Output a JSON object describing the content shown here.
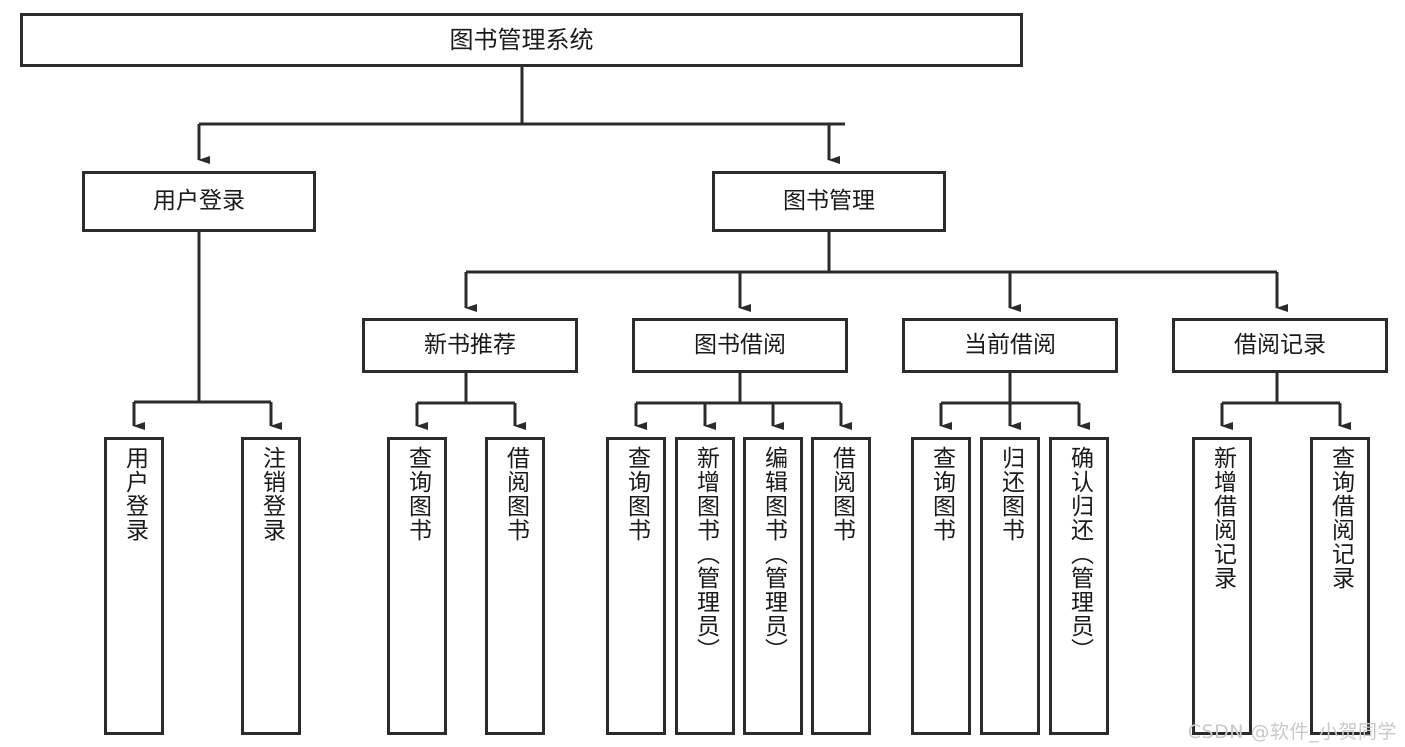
{
  "diagram": {
    "type": "tree",
    "title": "图书管理系统",
    "root": {
      "id": "root",
      "label": "图书管理系统"
    },
    "level2": [
      {
        "id": "user-login",
        "label": "用户登录"
      },
      {
        "id": "book-management",
        "label": "图书管理"
      }
    ],
    "level3": [
      {
        "id": "new-book-recommend",
        "label": "新书推荐"
      },
      {
        "id": "book-borrow",
        "label": "图书借阅"
      },
      {
        "id": "current-borrow",
        "label": "当前借阅"
      },
      {
        "id": "borrow-record",
        "label": "借阅记录"
      }
    ],
    "leaves": {
      "user_login": [
        {
          "id": "leaf-user-login",
          "label": "用户登录"
        },
        {
          "id": "leaf-user-logout",
          "label": "注销登录"
        }
      ],
      "new_book_recommend": [
        {
          "id": "leaf-query-book-1",
          "label": "查询图书"
        },
        {
          "id": "leaf-borrow-book-1",
          "label": "借阅图书"
        }
      ],
      "book_borrow": [
        {
          "id": "leaf-query-book-2",
          "label": "查询图书"
        },
        {
          "id": "leaf-add-book",
          "label": "新增图书（管理员）"
        },
        {
          "id": "leaf-edit-book",
          "label": "编辑图书（管理员）"
        },
        {
          "id": "leaf-borrow-book-2",
          "label": "借阅图书"
        }
      ],
      "current_borrow": [
        {
          "id": "leaf-query-book-3",
          "label": "查询图书"
        },
        {
          "id": "leaf-return-book",
          "label": "归还图书"
        },
        {
          "id": "leaf-confirm-return",
          "label": "确认归还（管理员）"
        }
      ],
      "borrow_record": [
        {
          "id": "leaf-add-record",
          "label": "新增借阅记录"
        },
        {
          "id": "leaf-query-record",
          "label": "查询借阅记录"
        }
      ]
    },
    "colors": {
      "border": "#2b2b2b",
      "background": "#ffffff",
      "text": "#1a1a1a",
      "edge": "#2b2b2b",
      "watermark": "#c9c9c9"
    }
  },
  "watermark": {
    "text": "CSDN @软件_小贺同学"
  }
}
